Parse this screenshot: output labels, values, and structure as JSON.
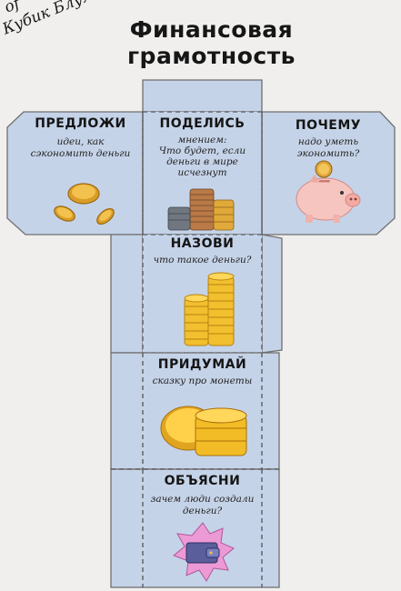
{
  "logo": {
    "line1": "of",
    "line2": "Кубик Блума"
  },
  "title": {
    "line1": "Финансовая",
    "line2": "грамотность"
  },
  "faces": [
    {
      "name": "ПРЕДЛОЖИ",
      "prompt": [
        "идеи, как",
        "сэкономить деньги"
      ],
      "icon": "coins-scattered-icon"
    },
    {
      "name": "ПОДЕЛИСЬ",
      "prompt": [
        "мнением:",
        "Что будет, если",
        "деньги в мире",
        "исчезнут"
      ],
      "icon": "coin-stacks-icon"
    },
    {
      "name": "ПОЧЕМУ",
      "prompt": [
        "надо уметь",
        "экономить?"
      ],
      "icon": "piggy-bank-icon"
    },
    {
      "name": "НАЗОВИ",
      "prompt": [
        "что такое деньги?"
      ],
      "icon": "coin-tower-icon"
    },
    {
      "name": "ПРИДУМАЙ",
      "prompt": [
        "сказку про монеты"
      ],
      "icon": "gold-coins-icon"
    },
    {
      "name": "ОБЪЯСНИ",
      "prompt": [
        "зачем люди создали",
        "деньги?"
      ],
      "icon": "wallet-badge-icon"
    }
  ]
}
